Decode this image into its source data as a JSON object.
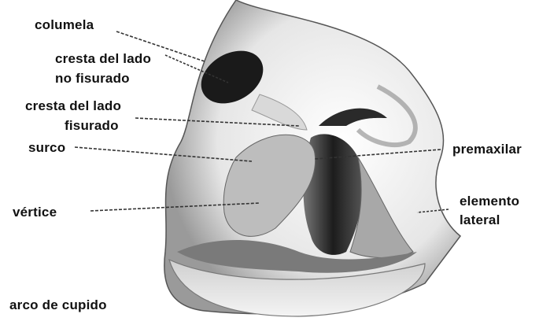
{
  "labels": {
    "columela": "columela",
    "cresta_no_fisurado": [
      "cresta del lado",
      "no fisurado"
    ],
    "cresta_fisurado": [
      "cresta del lado",
      "fisurado"
    ],
    "surco": "surco",
    "vertice": "vértice",
    "arco": "arco de cupido",
    "premaxilar": "premaxilar",
    "elemento_lateral": [
      "elemento",
      "lateral"
    ]
  },
  "colors": {
    "ink": "#111111",
    "shade_dark": "#2a2a2a",
    "shade_mid": "#8a8a8a",
    "shade_light": "#cfcfcf",
    "background": "#ffffff"
  }
}
